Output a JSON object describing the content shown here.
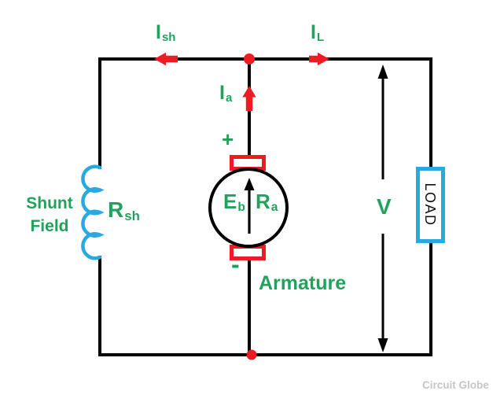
{
  "colors": {
    "wire": "#000000",
    "current": "#ED1C24",
    "green": "#1FA35C",
    "blue": "#29A9E0",
    "watermark": "#C6C6C6"
  },
  "labels": {
    "shunt_current": {
      "main": "I",
      "sub": "sh"
    },
    "load_current": {
      "main": "I",
      "sub": "L"
    },
    "armature_current": {
      "main": "I",
      "sub": "a"
    },
    "back_emf": {
      "main": "E",
      "sub": "b"
    },
    "armature_resistance": {
      "main": "R",
      "sub": "a"
    },
    "shunt_resistance": {
      "main": "R",
      "sub": "sh"
    },
    "shunt_field_line1": "Shunt",
    "shunt_field_line2": "Field",
    "armature": "Armature",
    "load": "LOAD",
    "voltage": "V",
    "plus": "+",
    "minus": "-",
    "watermark": "Circuit Globe"
  }
}
